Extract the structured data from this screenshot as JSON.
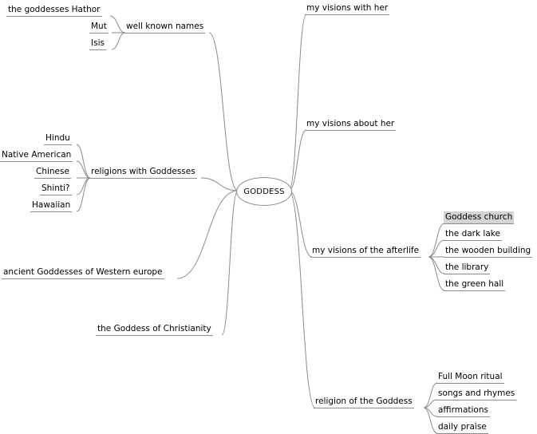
{
  "diagram": {
    "center": "GODDESS",
    "left": [
      {
        "label": "well known names",
        "children": [
          "the goddesses Hathor",
          "Mut",
          "Isis"
        ]
      },
      {
        "label": "religions with Goddesses",
        "children": [
          "Hindu",
          "Native American",
          "Chinese",
          "Shinti?",
          "Hawaiian"
        ]
      },
      {
        "label": "ancient Goddesses of Western europe",
        "children": []
      },
      {
        "label": "the Goddess of Christianity",
        "children": []
      }
    ],
    "right": [
      {
        "label": "my visions with her",
        "children": []
      },
      {
        "label": "my visions about her",
        "children": []
      },
      {
        "label": "my visions of the afterlife",
        "children": [
          "Goddess church",
          "the dark lake",
          "the wooden building",
          "the library",
          "the green hall"
        ]
      },
      {
        "label": "religion of the Goddess",
        "children": [
          "Full Moon ritual",
          "songs and rhymes",
          "affirmations",
          "daily praise"
        ]
      }
    ],
    "selected": "Goddess church",
    "colors": {
      "line": "#8c8c8c",
      "selected_bg": "#d4d4d4",
      "text": "#000000",
      "background": "#ffffff"
    }
  }
}
